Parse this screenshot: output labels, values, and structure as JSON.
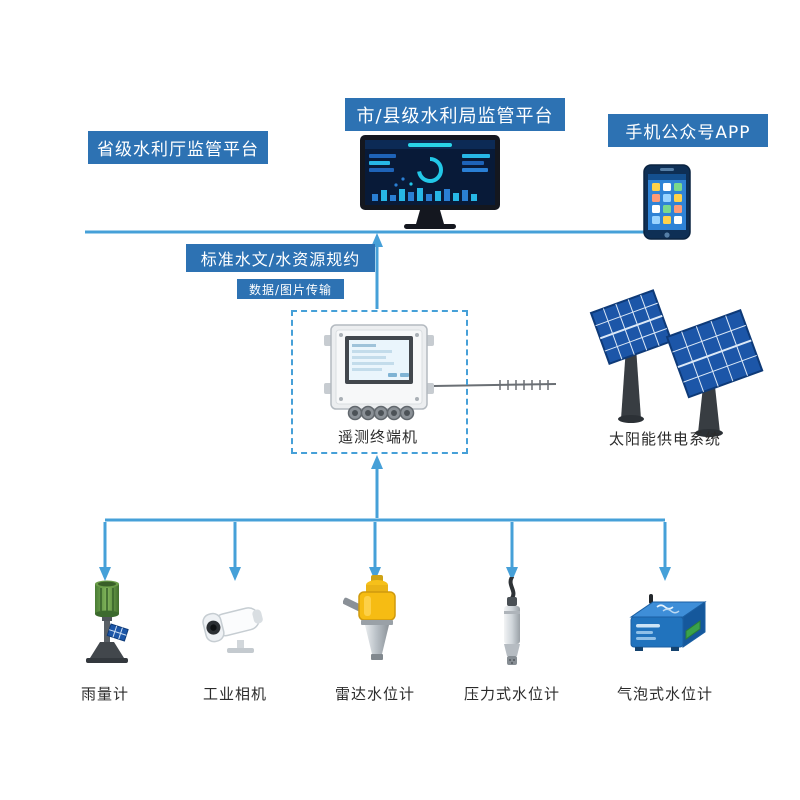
{
  "colors": {
    "button_blue": "#2d72b3",
    "line_blue": "#46a0d8",
    "panel_blue": "#1c56a8"
  },
  "platforms": {
    "provincial": "省级水利厅监管平台",
    "city_county": "市/县级水利局监管平台",
    "mobile_app": "手机公众号APP"
  },
  "links": {
    "protocol": "标准水文/水资源规约",
    "transmission": "数据/图片传输"
  },
  "rtu": {
    "label": "遥测终端机"
  },
  "solar": {
    "label": "太阳能供电系统"
  },
  "sensors": [
    {
      "label": "雨量计"
    },
    {
      "label": "工业相机"
    },
    {
      "label": "雷达水位计"
    },
    {
      "label": "压力式水位计"
    },
    {
      "label": "气泡式水位计"
    }
  ]
}
